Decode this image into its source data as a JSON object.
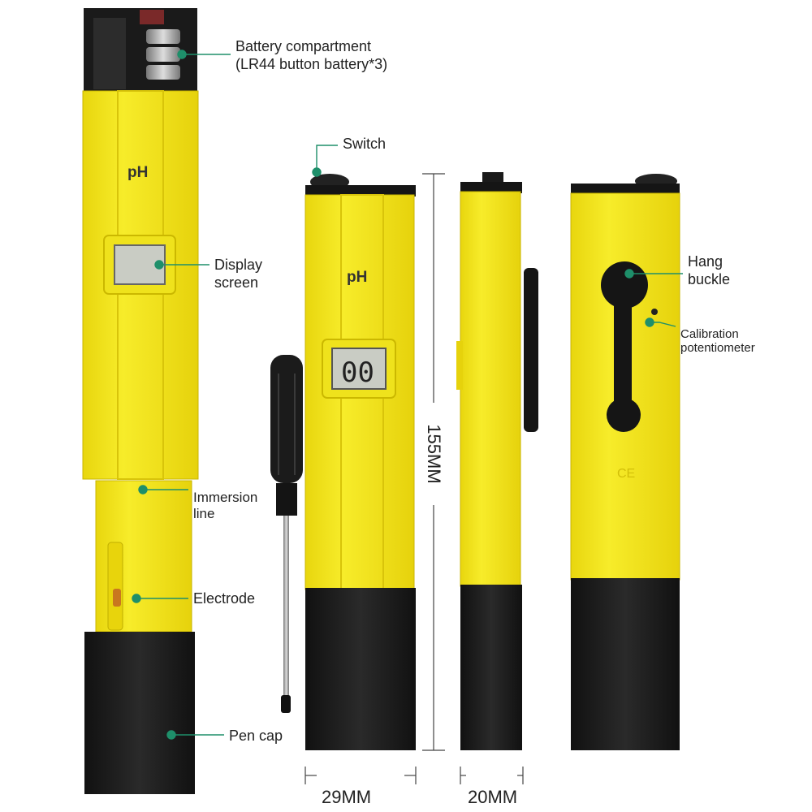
{
  "colors": {
    "body_yellow": "#f5e81c",
    "body_yellow_dark": "#d9c70a",
    "cap_black": "#1d1d1d",
    "leader_green": "#1e8f6a",
    "lcd_gray": "#c9ccc4"
  },
  "labels": {
    "battery": "Battery compartment",
    "battery_detail": "(LR44 button battery*3)",
    "switch": "Switch",
    "display_1": "Display",
    "display_2": "screen",
    "immersion_1": "Immersion",
    "immersion_2": "line",
    "electrode": "Electrode",
    "pen_cap": "Pen cap",
    "hang_1": "Hang",
    "hang_2": "buckle",
    "calib_1": "Calibration",
    "calib_2": "potentiometer"
  },
  "device": {
    "ph_label": "pH",
    "lcd_reading": "00"
  },
  "dimensions": {
    "length": "155MM",
    "width": "29MM",
    "depth": "20MM"
  },
  "icons": [
    "screwdriver-icon",
    "battery-icon",
    "hang-buckle-icon",
    "ce-mark-icon"
  ]
}
